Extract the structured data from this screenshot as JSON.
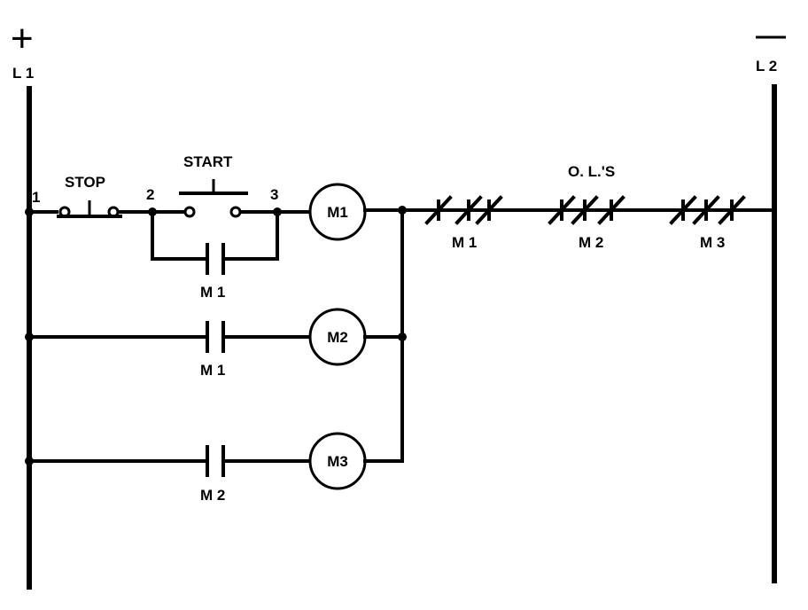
{
  "rails": {
    "left_sign": "+",
    "left_label": "L 1",
    "right_sign": "—",
    "right_label": "L 2"
  },
  "nodes": {
    "n1": "1",
    "n2": "2",
    "n3": "3"
  },
  "buttons": {
    "stop": "STOP",
    "start": "START"
  },
  "coils": {
    "m1": "M1",
    "m2": "M2",
    "m3": "M3"
  },
  "contacts": {
    "seal_in": "M 1",
    "m2_enable": "M 1",
    "m3_enable": "M 2"
  },
  "overloads": {
    "title": "O. L.'S",
    "ol1": "M 1",
    "ol2": "M 2",
    "ol3": "M 3"
  }
}
